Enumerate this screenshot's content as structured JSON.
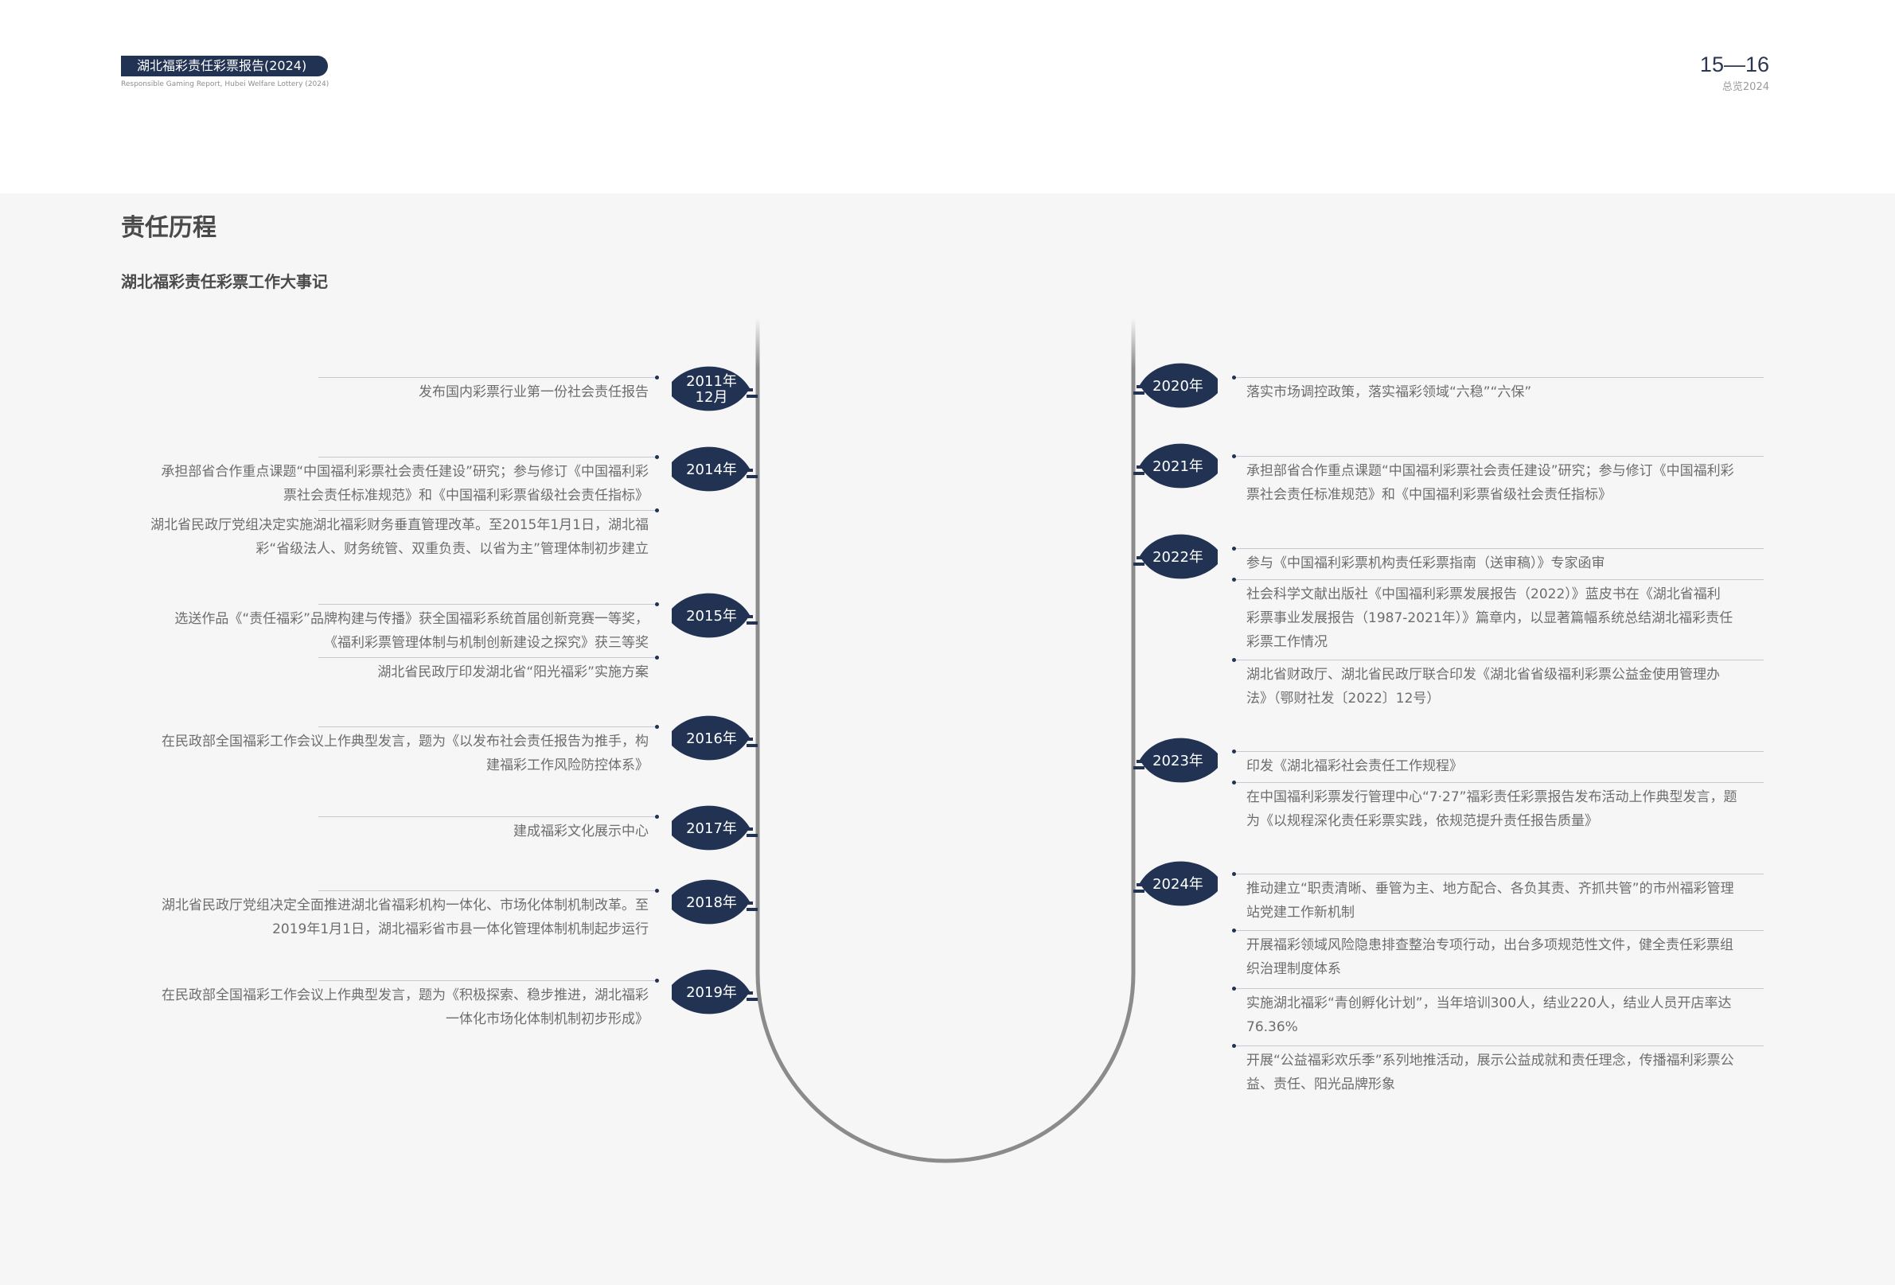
{
  "header": {
    "badge": "湖北福彩责任彩票报告(2024)",
    "subtitle_en": "Responsible Gaming Report, Hubei Welfare Lottery (2024)",
    "page_number": "15—16",
    "page_section": "总览2024"
  },
  "section": {
    "title": "责任历程",
    "subtitle": "湖北福彩责任彩票工作大事记"
  },
  "colors": {
    "navy": "#213253",
    "spine": "#8b8b8b",
    "text": "#6d6d6d",
    "panel": "#f6f6f7"
  },
  "left": [
    {
      "year": "2011年\n12月",
      "items": [
        "发布国内彩票行业第一份社会责任报告"
      ]
    },
    {
      "year": "2014年",
      "items": [
        "承担部省合作重点课题“中国福利彩票社会责任建设”研究；参与修订《中国福利彩\n票社会责任标准规范》和《中国福利彩票省级社会责任指标》",
        "湖北省民政厅党组决定实施湖北福彩财务垂直管理改革。至2015年1月1日，湖北福\n彩“省级法人、财务统管、双重负责、以省为主”管理体制初步建立"
      ]
    },
    {
      "year": "2015年",
      "items": [
        "选送作品《“责任福彩”品牌构建与传播》获全国福彩系统首届创新竞赛一等奖，\n《福利彩票管理体制与机制创新建设之探究》获三等奖",
        "湖北省民政厅印发湖北省“阳光福彩”实施方案"
      ]
    },
    {
      "year": "2016年",
      "items": [
        "在民政部全国福彩工作会议上作典型发言，题为《以发布社会责任报告为推手，构\n建福彩工作风险防控体系》"
      ]
    },
    {
      "year": "2017年",
      "items": [
        "建成福彩文化展示中心"
      ]
    },
    {
      "year": "2018年",
      "items": [
        "湖北省民政厅党组决定全面推进湖北省福彩机构一体化、市场化体制机制改革。至\n2019年1月1日，湖北福彩省市县一体化管理体制机制起步运行"
      ]
    },
    {
      "year": "2019年",
      "items": [
        "在民政部全国福彩工作会议上作典型发言，题为《积极探索、稳步推进，湖北福彩\n一体化市场化体制机制初步形成》"
      ]
    }
  ],
  "right": [
    {
      "year": "2020年",
      "items": [
        "落实市场调控政策，落实福彩领域“六稳”“六保”"
      ]
    },
    {
      "year": "2021年",
      "items": [
        "承担部省合作重点课题“中国福利彩票社会责任建设”研究；参与修订《中国福利彩\n票社会责任标准规范》和《中国福利彩票省级社会责任指标》"
      ]
    },
    {
      "year": "2022年",
      "items": [
        "参与《中国福利彩票机构责任彩票指南（送审稿）》专家函审",
        "社会科学文献出版社《中国福利彩票发展报告（2022）》蓝皮书在《湖北省福利\n彩票事业发展报告（1987-2021年）》篇章内，以显著篇幅系统总结湖北福彩责任\n彩票工作情况",
        "湖北省财政厅、湖北省民政厅联合印发《湖北省省级福利彩票公益金使用管理办\n法》（鄂财社发〔2022〕12号）"
      ]
    },
    {
      "year": "2023年",
      "items": [
        "印发《湖北福彩社会责任工作规程》",
        "在中国福利彩票发行管理中心“7·27”福彩责任彩票报告发布活动上作典型发言，题\n为《以规程深化责任彩票实践，依规范提升责任报告质量》"
      ]
    },
    {
      "year": "2024年",
      "items": [
        "推动建立“职责清晰、垂管为主、地方配合、各负其责、齐抓共管”的市州福彩管理\n站党建工作新机制",
        "开展福彩领域风险隐患排查整治专项行动，出台多项规范性文件，健全责任彩票组\n织治理制度体系",
        "实施湖北福彩“青创孵化计划”，当年培训300人，结业220人，结业人员开店率达\n76.36%",
        "开展“公益福彩欢乐季”系列地推活动，展示公益成就和责任理念，传播福利彩票公\n益、责任、阳光品牌形象"
      ]
    }
  ]
}
